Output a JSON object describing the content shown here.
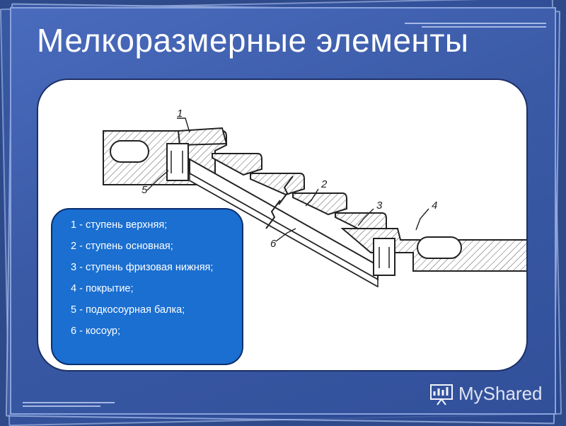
{
  "slide": {
    "title": "Мелкоразмерные элементы"
  },
  "diagram": {
    "callouts": [
      "1",
      "2",
      "3",
      "4",
      "5",
      "6"
    ]
  },
  "legend": {
    "items": [
      "1 - ступень верхняя;",
      "2 - ступень основная;",
      "3 - ступень фризовая нижняя;",
      "4 - покрытие;",
      "5 - подкосоурная балка;",
      "6 - косоур;"
    ]
  },
  "brand": {
    "name": "MyShared",
    "icon": "presentation-board-icon"
  },
  "colors": {
    "background": "#3a5aa6",
    "legend_fill": "#1a6fd1",
    "title": "#ffffff"
  }
}
